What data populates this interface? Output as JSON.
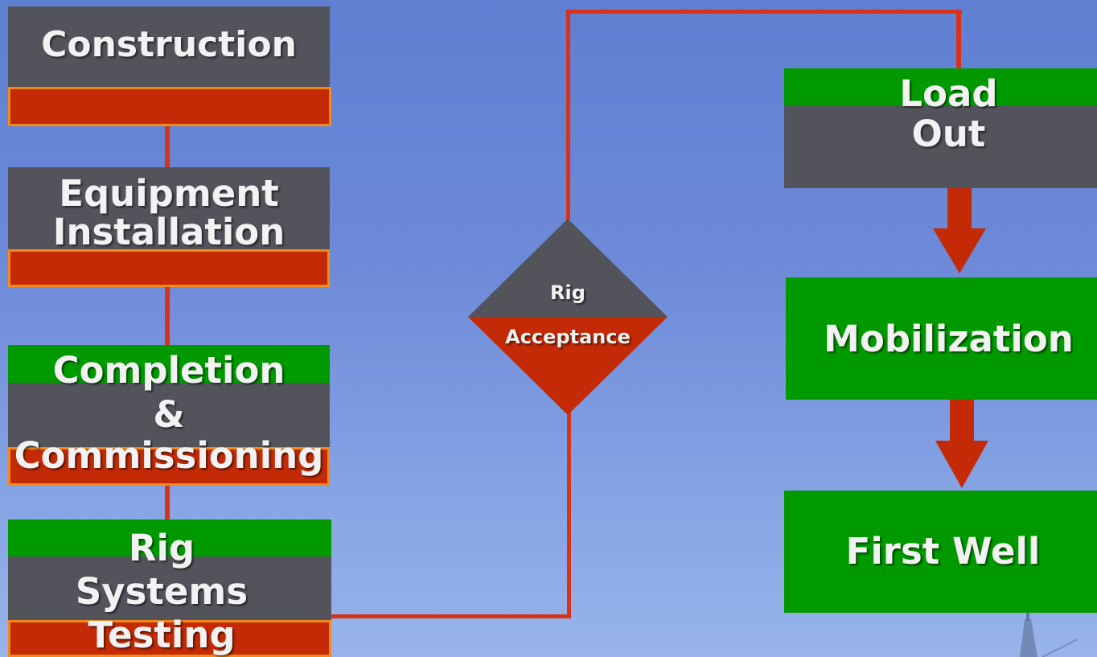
{
  "left_column": {
    "construction": "Construction",
    "equipment_line1": "Equipment",
    "equipment_line2": "Installation",
    "completion_line1": "Completion",
    "completion_line2": "&",
    "completion_line3": "Commissioning",
    "rigsys_line1": "Rig",
    "rigsys_line2": "Systems",
    "rigsys_line3": "Testing"
  },
  "decision": {
    "top": "Rig",
    "bottom": "Acceptance"
  },
  "right_column": {
    "loadout_line1": "Load",
    "loadout_line2": "Out",
    "mobilization": "Mobilization",
    "first_well": "First Well"
  },
  "colors": {
    "gray": "#53535b",
    "green": "#009a00",
    "red": "#c42a06",
    "connector": "#d8331a",
    "accent_border": "#f08a1c"
  }
}
